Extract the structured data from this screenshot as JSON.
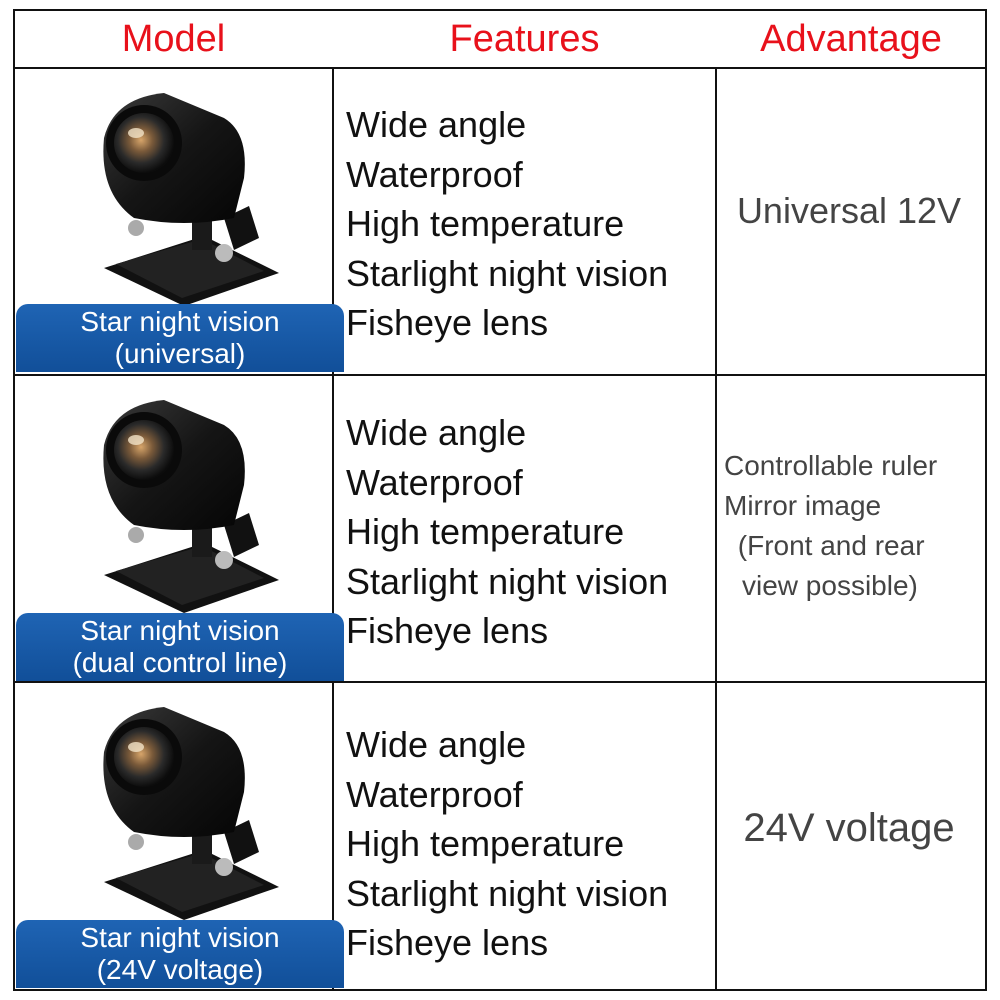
{
  "header": {
    "model": "Model",
    "features": "Features",
    "advantage": "Advantage"
  },
  "colors": {
    "header_text": "#e8111b",
    "badge_bg": "#1a5ca8",
    "badge_text": "#ffffff",
    "grid": "#111111",
    "camera_body": "#1b1b1b"
  },
  "rows": [
    {
      "badge": [
        "Star night vision",
        "(universal)"
      ],
      "features": [
        "Wide angle",
        "Waterproof",
        "High temperature",
        "Starlight night vision",
        "Fisheye lens"
      ],
      "advantage": [
        "Universal 12V"
      ]
    },
    {
      "badge": [
        "Star night vision",
        "(dual control line)"
      ],
      "features": [
        "Wide angle",
        "Waterproof",
        "High temperature",
        "Starlight night vision",
        "Fisheye lens"
      ],
      "advantage": [
        "Controllable ruler",
        "Mirror image",
        " (Front and rear",
        "view possible)"
      ]
    },
    {
      "badge": [
        "Star night vision",
        "(24V voltage)"
      ],
      "features": [
        "Wide angle",
        "Waterproof",
        "High temperature",
        "Starlight night vision",
        "Fisheye lens"
      ],
      "advantage": [
        "24V voltage"
      ]
    }
  ]
}
